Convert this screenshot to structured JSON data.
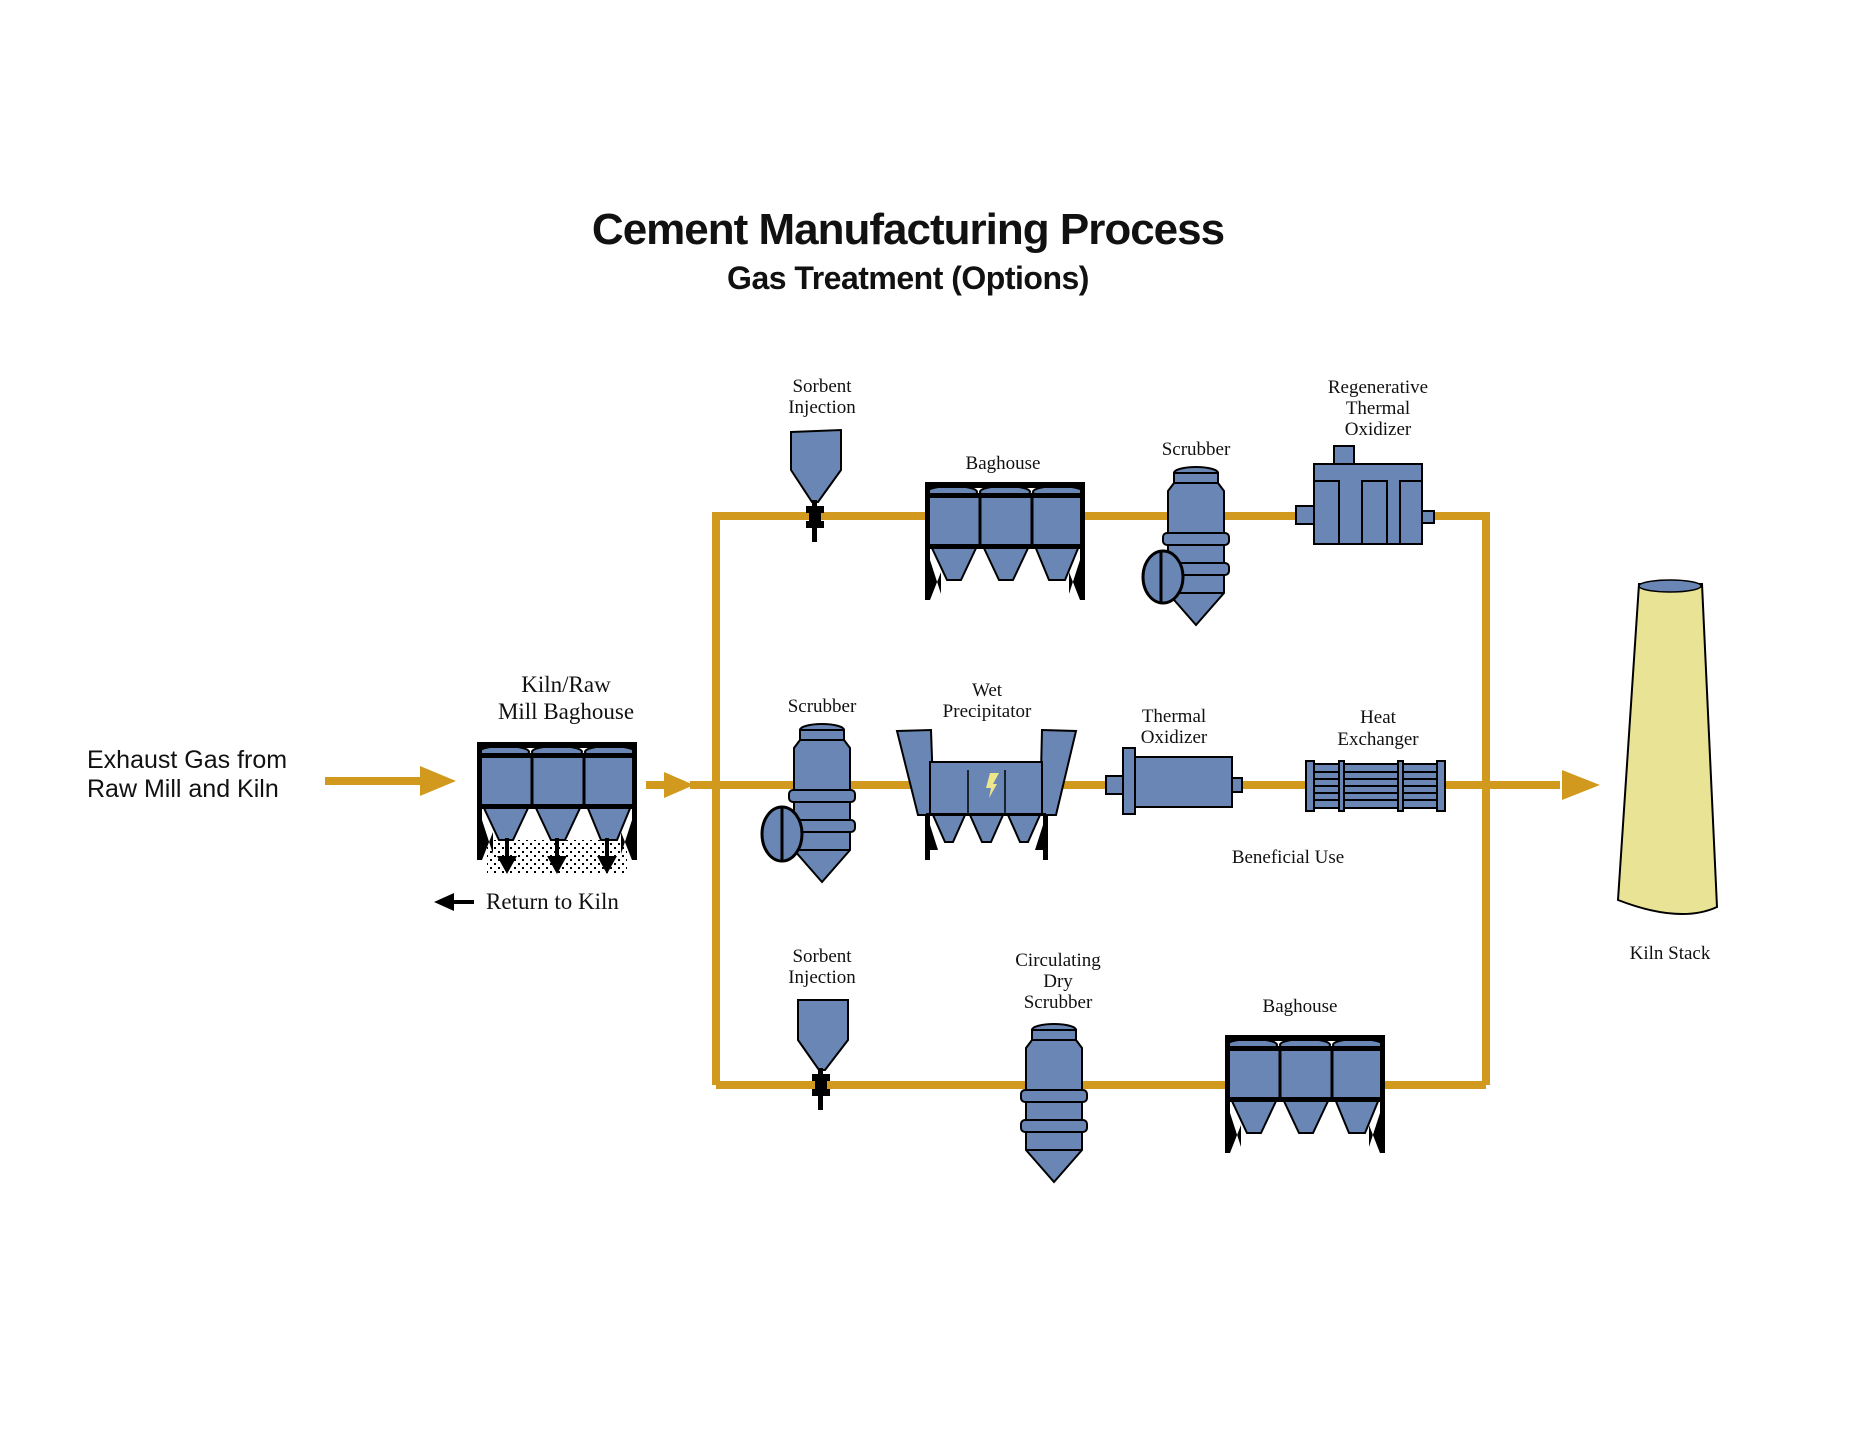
{
  "title": "Cement Manufacturing Process",
  "subtitle": "Gas Treatment (Options)",
  "colors": {
    "pipe": "#D19A1E",
    "equipment": "#6A86B4",
    "stack": "#E9E396",
    "lightning": "#EEE68A",
    "outline": "#000000"
  },
  "inlet": {
    "label_line1": "Exhaust Gas from",
    "label_line2": "Raw Mill and Kiln"
  },
  "kiln_baghouse": {
    "label_line1": "Kiln/Raw",
    "label_line2": "Mill Baghouse",
    "return_label": "Return to Kiln"
  },
  "branches": {
    "top": {
      "sorbent": {
        "line1": "Sorbent",
        "line2": "Injection"
      },
      "baghouse": {
        "line1": "Baghouse"
      },
      "scrubber": {
        "line1": "Scrubber"
      },
      "rto": {
        "line1": "Regenerative",
        "line2": "Thermal",
        "line3": "Oxidizer"
      }
    },
    "middle": {
      "scrubber": {
        "line1": "Scrubber"
      },
      "wet_precipitator": {
        "line1": "Wet",
        "line2": "Precipitator"
      },
      "thermal_oxidizer": {
        "line1": "Thermal",
        "line2": "Oxidizer"
      },
      "heat_exchanger": {
        "line1": "Heat",
        "line2": "Exchanger"
      },
      "beneficial_use": "Beneficial Use"
    },
    "bottom": {
      "sorbent": {
        "line1": "Sorbent",
        "line2": "Injection"
      },
      "cds": {
        "line1": "Circulating",
        "line2": "Dry",
        "line3": "Scrubber"
      },
      "baghouse": {
        "line1": "Baghouse"
      }
    }
  },
  "stack": {
    "label": "Kiln Stack"
  }
}
